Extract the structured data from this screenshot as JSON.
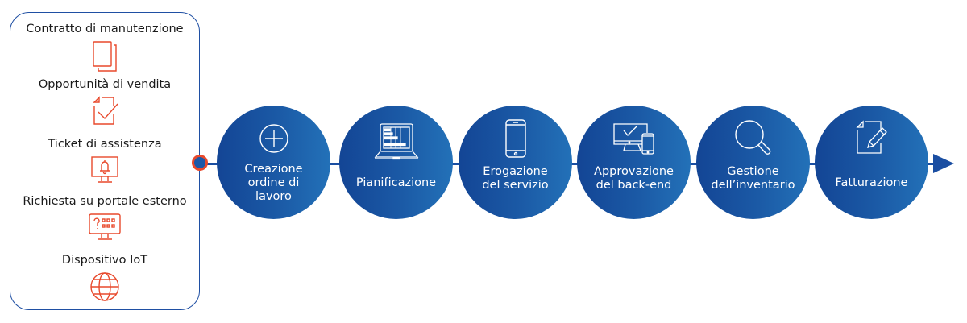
{
  "colors": {
    "accent_orange": "#e8492c",
    "flow_blue": "#1a4ea2",
    "circle_gradient_start": "#134595",
    "circle_gradient_end": "#2371b8",
    "panel_border": "#1f4fa3"
  },
  "sources": {
    "items": [
      {
        "label": "Contratto di manutenzione",
        "icon": "documents-icon"
      },
      {
        "label": "Opportunità di vendita",
        "icon": "document-check-icon"
      },
      {
        "label": "Ticket di assistenza",
        "icon": "monitor-bell-icon"
      },
      {
        "label": "Richiesta su portale esterno",
        "icon": "monitor-question-icon"
      },
      {
        "label": "Dispositivo IoT",
        "icon": "globe-icon"
      }
    ]
  },
  "flow": {
    "steps": [
      {
        "label_lines": [
          "Creazione",
          "ordine di",
          "lavoro"
        ],
        "icon": "plus-circle-icon"
      },
      {
        "label_lines": [
          "Pianificazione"
        ],
        "icon": "laptop-schedule-icon"
      },
      {
        "label_lines": [
          "Erogazione",
          "del servizio"
        ],
        "icon": "smartphone-icon"
      },
      {
        "label_lines": [
          "Approvazione",
          "del back-end"
        ],
        "icon": "monitor-tablet-check-icon"
      },
      {
        "label_lines": [
          "Gestione",
          "dell’inventario"
        ],
        "icon": "magnifier-icon"
      },
      {
        "label_lines": [
          "Fatturazione"
        ],
        "icon": "document-pencil-icon"
      }
    ]
  }
}
